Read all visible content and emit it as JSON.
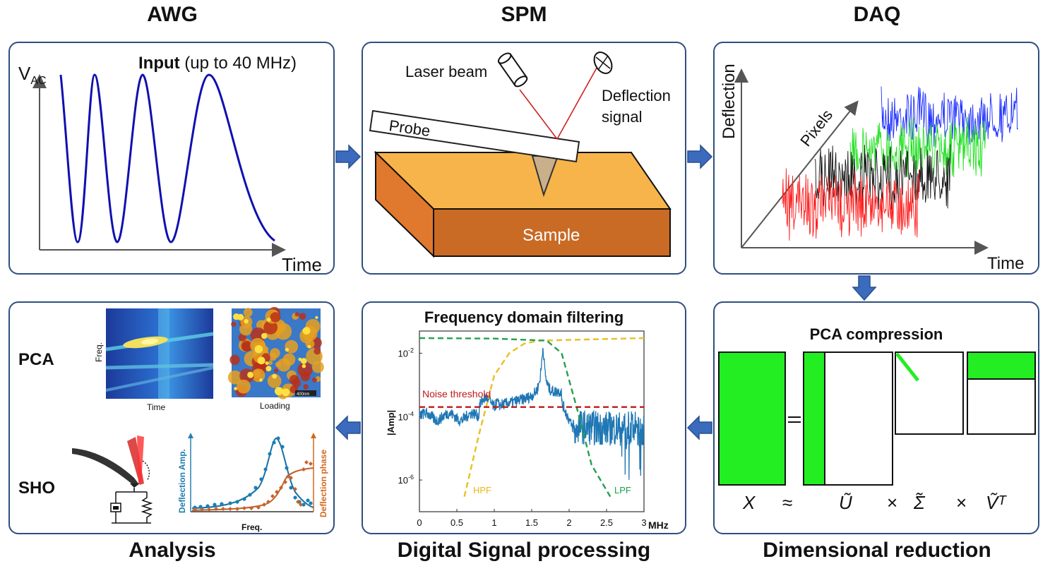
{
  "titles": {
    "awg": "AWG",
    "spm": "SPM",
    "daq": "DAQ",
    "analysis": "Analysis",
    "dsp": "Digital Signal processing",
    "dimred": "Dimensional reduction"
  },
  "awg": {
    "y_axis_label": "V",
    "y_axis_sub": "AC",
    "x_axis_label": "Time",
    "input_bold": "Input",
    "input_rest": " (up to 40 MHz)"
  },
  "spm": {
    "laser": "Laser beam",
    "deflection_line1": "Deflection",
    "deflection_line2": "signal",
    "probe": "Probe",
    "sample": "Sample"
  },
  "daq": {
    "y_axis_label": "Deflection",
    "x_axis_label": "Time",
    "diag_label": "Pixels",
    "colors": {
      "red": "#ff1a1a",
      "black": "#111111",
      "green": "#22e022",
      "blue": "#1a2cff"
    }
  },
  "pca": {
    "title": "PCA compression",
    "symbols": [
      "X",
      "≈",
      "Ũ",
      "×",
      "Σ̃",
      "×",
      "Ṽᵀ"
    ],
    "accent": "#22ee22"
  },
  "dsp": {
    "title": "Frequency domain filtering",
    "ylabel": "|Amp|",
    "noise_label": "Noise threshold",
    "hpf": "HPF",
    "lpf": "LPF",
    "unit": "MHz",
    "y_ticks": [
      "10",
      "10",
      "10"
    ],
    "y_tick_exps": [
      "-2",
      "-4",
      "-6"
    ],
    "x_ticks": [
      "0",
      "0.5",
      "1",
      "1.5",
      "2",
      "2.5",
      "3"
    ]
  },
  "chart_data": {
    "type": "line",
    "title": "Frequency domain filtering",
    "xlabel": "MHz",
    "ylabel": "|Amp|",
    "xlim": [
      0,
      3
    ],
    "ylog": true,
    "y_ticks": [
      "10^-2",
      "10^-4",
      "10^-6"
    ],
    "annotations": [
      "Noise threshold",
      "HPF",
      "LPF"
    ],
    "series": [
      {
        "name": "HPF",
        "x": [
          0.6,
          0.8,
          1.0,
          1.2,
          1.4,
          1.6,
          3.0
        ],
        "y": [
          3e-07,
          3e-05,
          0.002,
          0.01,
          0.02,
          0.025,
          0.03
        ]
      },
      {
        "name": "LPF",
        "x": [
          0.0,
          1.0,
          1.7,
          1.9,
          2.1,
          2.3,
          2.55
        ],
        "y": [
          0.03,
          0.029,
          0.025,
          0.01,
          0.0002,
          3e-06,
          3e-07
        ]
      },
      {
        "name": "Noise threshold",
        "x": [
          0.0,
          3.0
        ],
        "y": [
          0.0002,
          0.0002
        ]
      }
    ]
  },
  "analysis": {
    "pca_label": "PCA",
    "sho_label": "SHO",
    "freq_label": "Freq.",
    "time_label": "Time",
    "loading_label": "Loading",
    "scale_label": "400nm",
    "amp_label": "Deflection Amp.",
    "phase_label": "Deflection phase",
    "freq2_label": "Freq."
  }
}
